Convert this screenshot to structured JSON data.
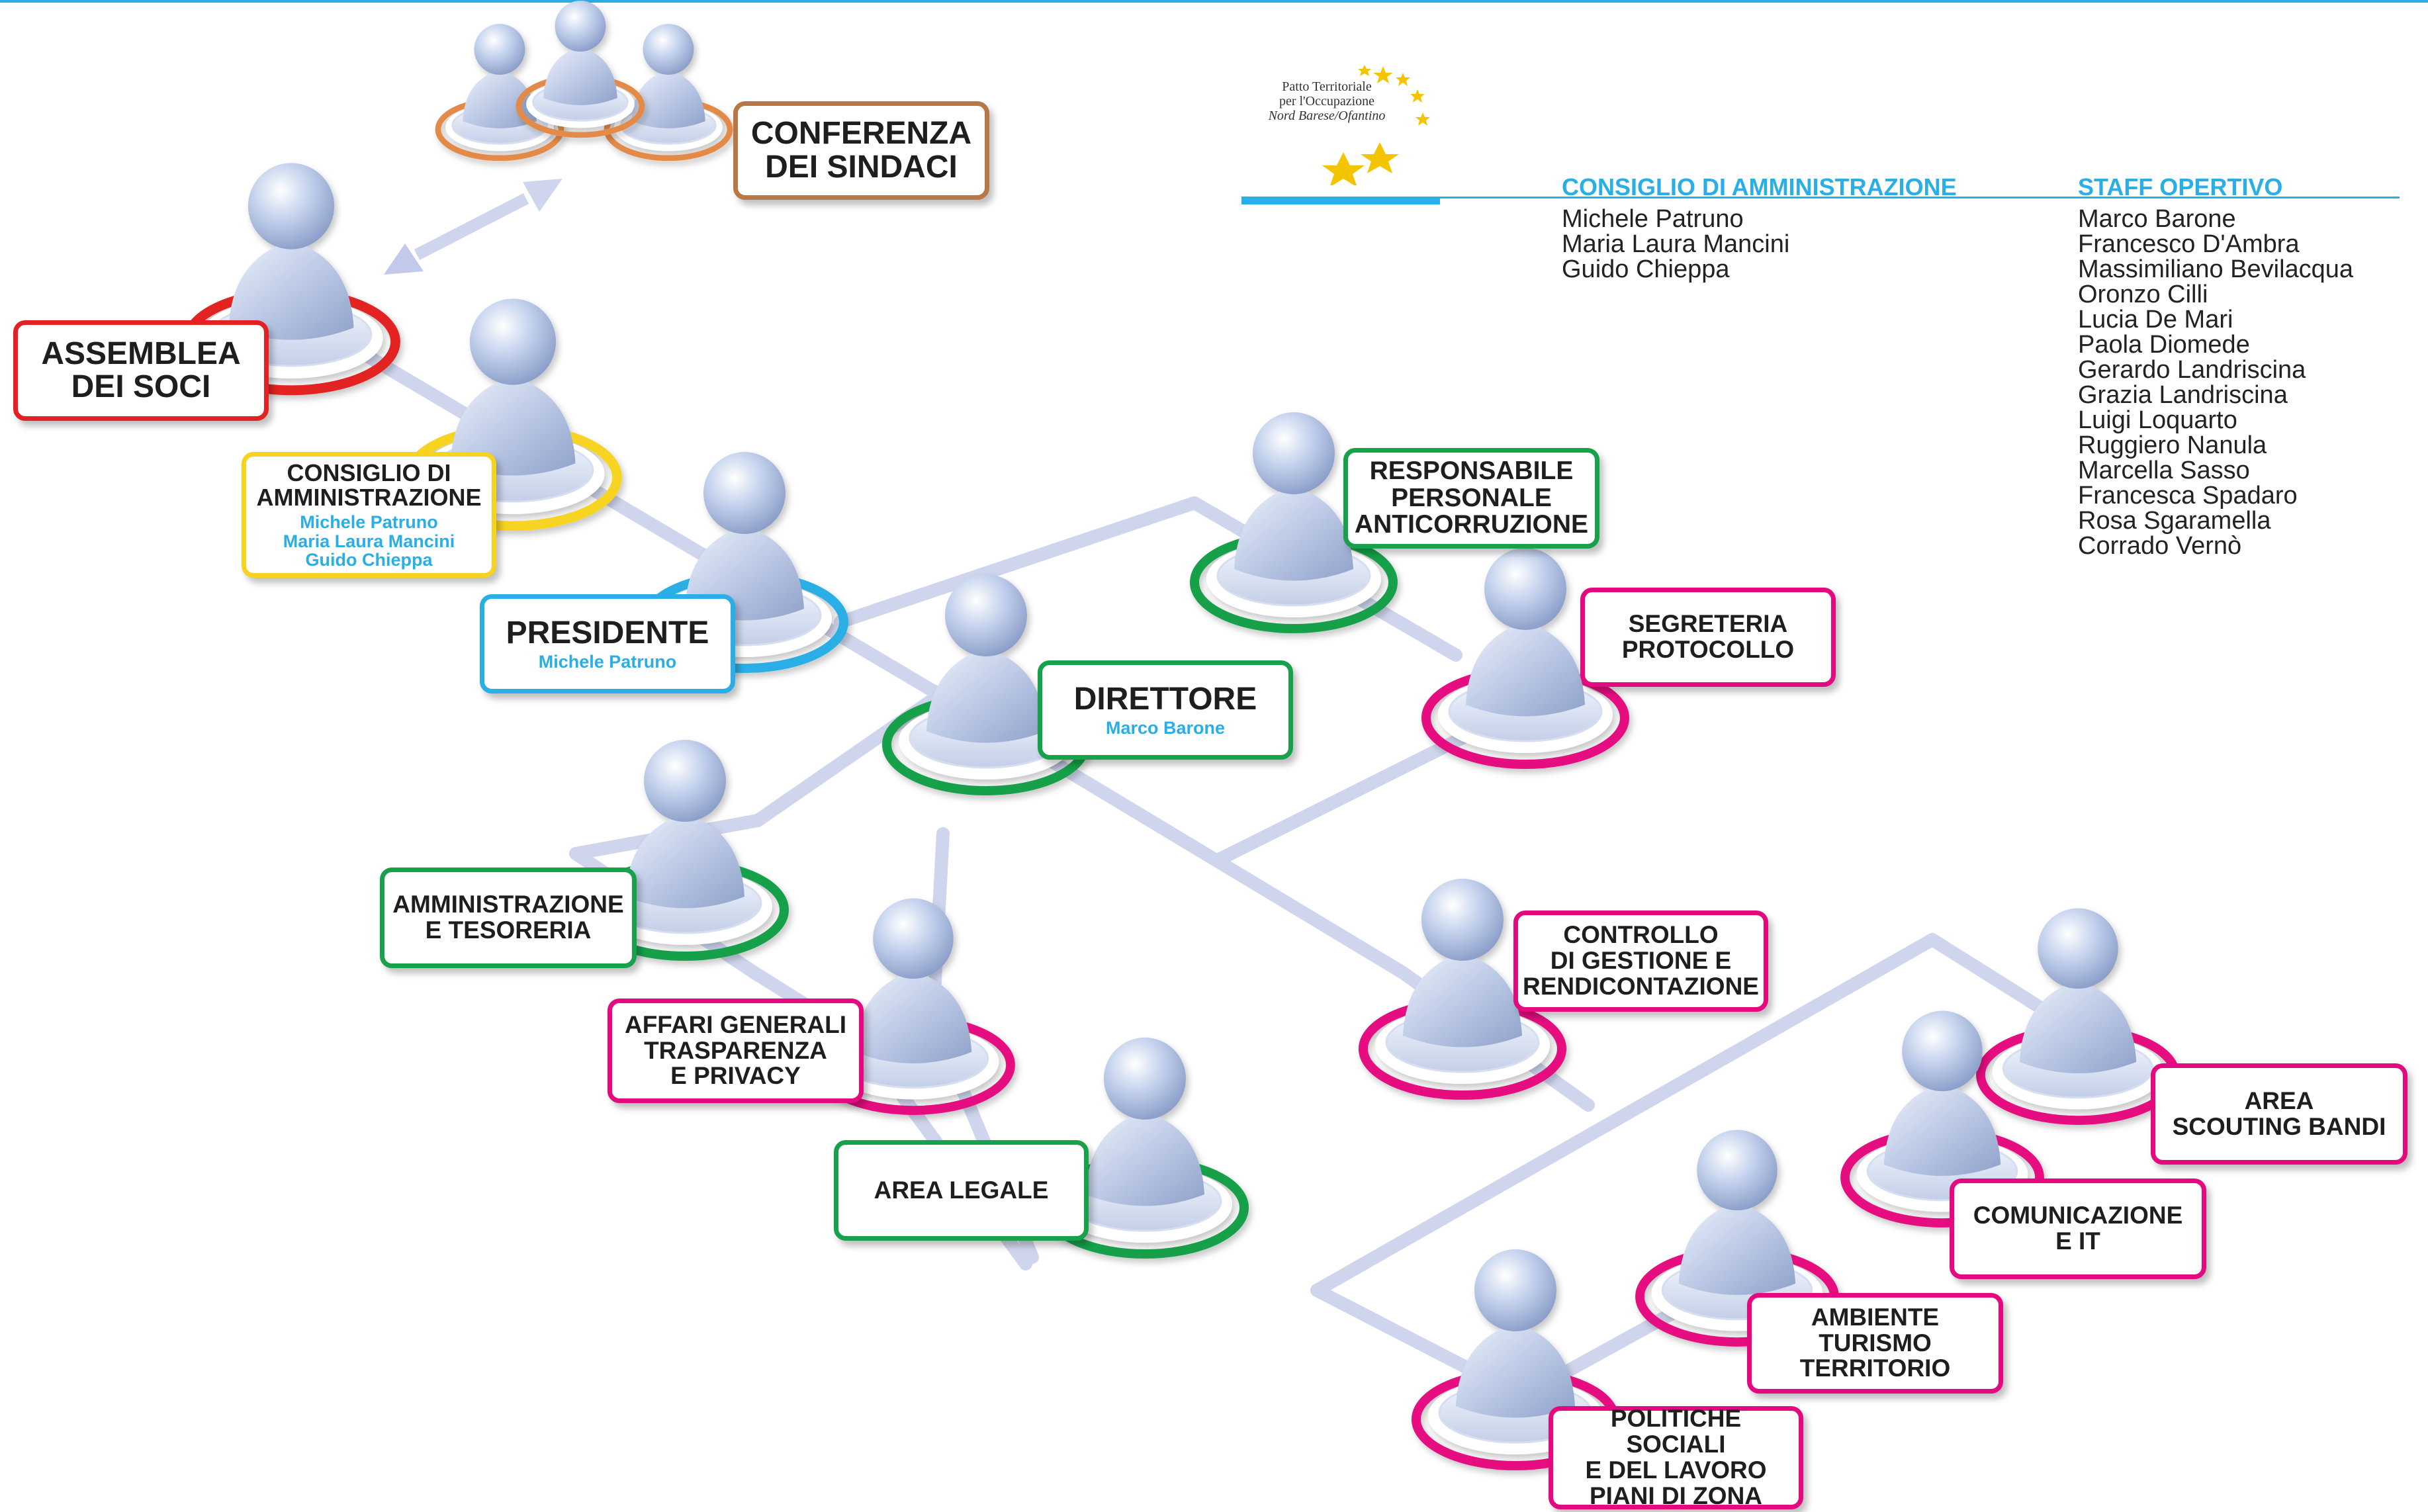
{
  "colors": {
    "red": "#e32124",
    "yellow": "#f7d320",
    "blue": "#29aee6",
    "green": "#18a04a",
    "magenta": "#e5097f",
    "brown": "#b87746",
    "orange_ring": "#e38a4a",
    "connector": "#cfd5ec",
    "figure": "#b9c9e6"
  },
  "logo": {
    "line1": "Patto Territoriale",
    "line2": "per l'Occupazione",
    "line3": "Nord Barese/Ofantino"
  },
  "legend": {
    "board_heading": "CONSIGLIO DI AMMINISTRAZIONE",
    "board_members": [
      "Michele Patruno",
      "Maria Laura Mancini",
      "Guido Chieppa"
    ],
    "staff_heading": "STAFF OPERTIVO",
    "staff_members": [
      "Marco Barone",
      "Francesco D'Ambra",
      "Massimiliano Bevilacqua",
      "Oronzo Cilli",
      "Lucia De Mari",
      "Paola Diomede",
      "Gerardo Landriscina",
      "Grazia Landriscina",
      "Luigi Loquarto",
      "Ruggiero Nanula",
      "Marcella Sasso",
      "Francesca Spadaro",
      "Rosa Sgaramella",
      "Corrado Vernò"
    ]
  },
  "nodes": {
    "conferenza": {
      "title": "CONFERENZA\nDEI SINDACI"
    },
    "assemblea": {
      "title": "ASSEMBLEA\nDEI SOCI"
    },
    "consiglio": {
      "title": "CONSIGLIO DI\nAMMINISTRAZIONE",
      "subtitle": "Michele Patruno\nMaria Laura Mancini\nGuido Chieppa"
    },
    "presidente": {
      "title": "PRESIDENTE",
      "subtitle": "Michele Patruno"
    },
    "direttore": {
      "title": "DIRETTORE",
      "subtitle": "Marco Barone"
    },
    "anticorruzione": {
      "title": "RESPONSABILE\nPERSONALE\nANTICORRUZIONE"
    },
    "segreteria": {
      "title": "SEGRETERIA\nPROTOCOLLO"
    },
    "amministrazione": {
      "title": "AMMINISTRAZIONE\nE TESORERIA"
    },
    "affari": {
      "title": "AFFARI GENERALI\nTRASPARENZA\nE PRIVACY"
    },
    "legale": {
      "title": "AREA LEGALE"
    },
    "controllo": {
      "title": "CONTROLLO\nDI GESTIONE E\nRENDICONTAZIONE"
    },
    "scouting": {
      "title": "AREA\nSCOUTING BANDI"
    },
    "comunicazione": {
      "title": "COMUNICAZIONE\nE IT"
    },
    "ambiente": {
      "title": "AMBIENTE\nTURISMO\nTERRITORIO"
    },
    "politiche": {
      "title": "POLITICHE SOCIALI\nE DEL LAVORO\nPIANI DI ZONA"
    }
  }
}
